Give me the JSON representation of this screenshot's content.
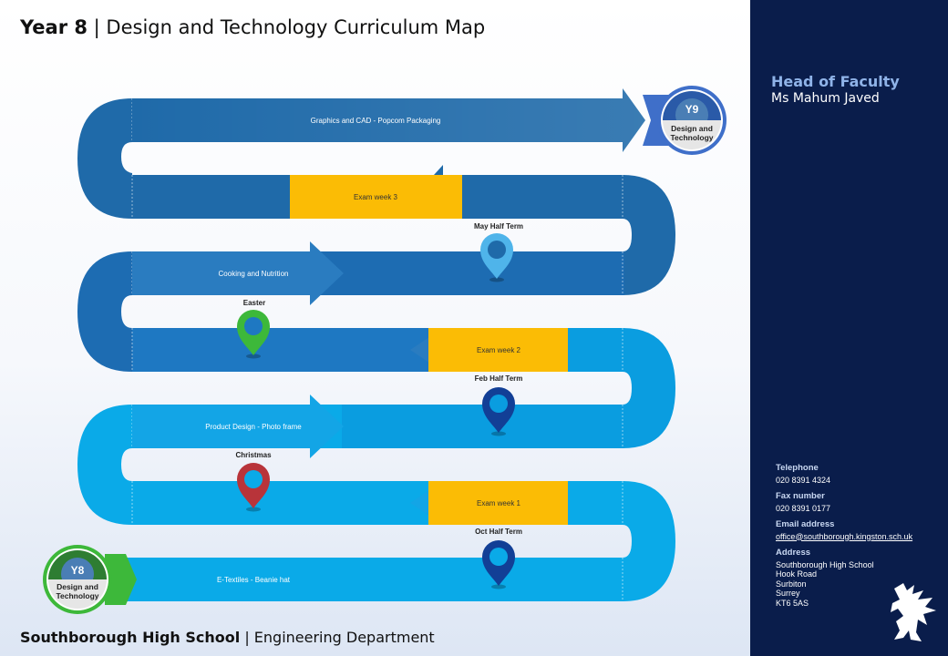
{
  "title": {
    "bold": "Year 8",
    "rest": " | Design and Technology Curriculum Map"
  },
  "footer": {
    "bold": "Southborough High School",
    "rest": " | Engineering Department"
  },
  "sidebar": {
    "head_title": "Head of Faculty",
    "head_name": "Ms Mahum Javed",
    "telephone_label": "Telephone",
    "telephone": "020 8391 4324",
    "fax_label": "Fax number",
    "fax": "020 8391 0177",
    "email_label": "Email address",
    "email": "office@southborough.kingston.sch.uk",
    "address_label": "Address",
    "address": [
      "Southborough High School",
      "Hook Road",
      "Surbiton",
      "Surrey",
      "KT6 5AS"
    ]
  },
  "road": {
    "units": [
      "Graphics and CAD - Popcom Packaging",
      "Cooking and Nutrition",
      "Product Design - Photo frame",
      "E-Textiles - Beanie hat"
    ],
    "exams": [
      "Exam week 3",
      "Exam week 2",
      "Exam week 1"
    ],
    "pins": [
      {
        "label": "May Half Term",
        "color": "#4fb4ea"
      },
      {
        "label": "Easter",
        "color": "#3db83a"
      },
      {
        "label": "Feb Half Term",
        "color": "#123f96"
      },
      {
        "label": "Christmas",
        "color": "#b8343a"
      },
      {
        "label": "Oct Half Term",
        "color": "#123f96"
      }
    ],
    "start_badge": {
      "year": "Y8",
      "line1": "Design and",
      "line2": "Technology",
      "color": "#3db83a"
    },
    "end_badge": {
      "year": "Y9",
      "line1": "Design and",
      "line2": "Technology",
      "color": "#3f6fc9"
    }
  }
}
